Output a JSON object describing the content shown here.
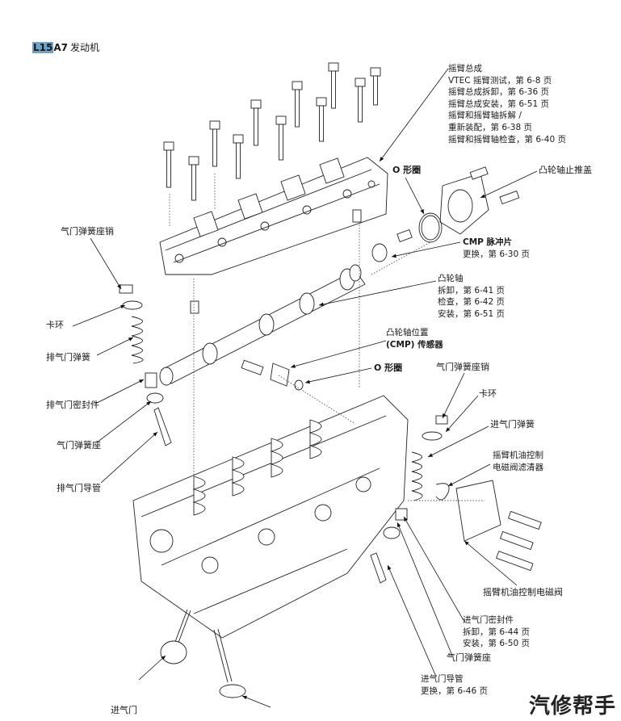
{
  "header": {
    "code_hi": "L15",
    "code_rest": "A7",
    "title": "发动机"
  },
  "labels": {
    "rocker_title": "摇臂总成",
    "rocker_lines": [
      "VTEC 摇臂测试，第 6-8 页",
      "摇臂总成拆卸，第 6-36 页",
      "摇臂总成安装，第 6-51 页",
      "摇臂和摇臂轴拆解 /",
      "重新装配，第 6-38 页",
      "摇臂和摇臂轴检查，第 6-40 页"
    ],
    "oring_top": "O 形圈",
    "cam_cap": "凸轮轴止推盖",
    "cmp_plate": "CMP 脉冲片",
    "cmp_plate_ref": "更换，第 6-30 页",
    "camshaft": "凸轮轴",
    "camshaft_lines": [
      "拆卸，第 6-41 页",
      "检查，第 6-42 页",
      "安装，第 6-51 页"
    ],
    "cmp_sensor_1": "凸轮轴位置",
    "cmp_sensor_2": "(CMP) 传感器",
    "oring_mid": "O 形圈",
    "spring_pin_left": "气门弹簧座销",
    "clip_left": "卡环",
    "exhaust_spring": "排气门弹簧",
    "exhaust_seal": "排气门密封件",
    "spring_seat_left": "气门弹簧座",
    "exhaust_guide": "排气门导管",
    "spring_pin_right": "气门弹簧座销",
    "clip_right": "卡环",
    "intake_spring": "进气门弹簧",
    "filter_1": "摇臂机油控制",
    "filter_2": "电磁阀滤清器",
    "solenoid": "摇臂机油控制电磁阀",
    "intake_seal": "进气门密封件",
    "intake_seal_lines": [
      "拆卸，第 6-44 页",
      "安装，第 6-50 页"
    ],
    "spring_seat_right": "气门弹簧座",
    "intake_guide": "进气门导管",
    "intake_guide_ref": "更换，第 6-46 页",
    "intake_valve": "进气门"
  },
  "watermark": "汽修帮手"
}
